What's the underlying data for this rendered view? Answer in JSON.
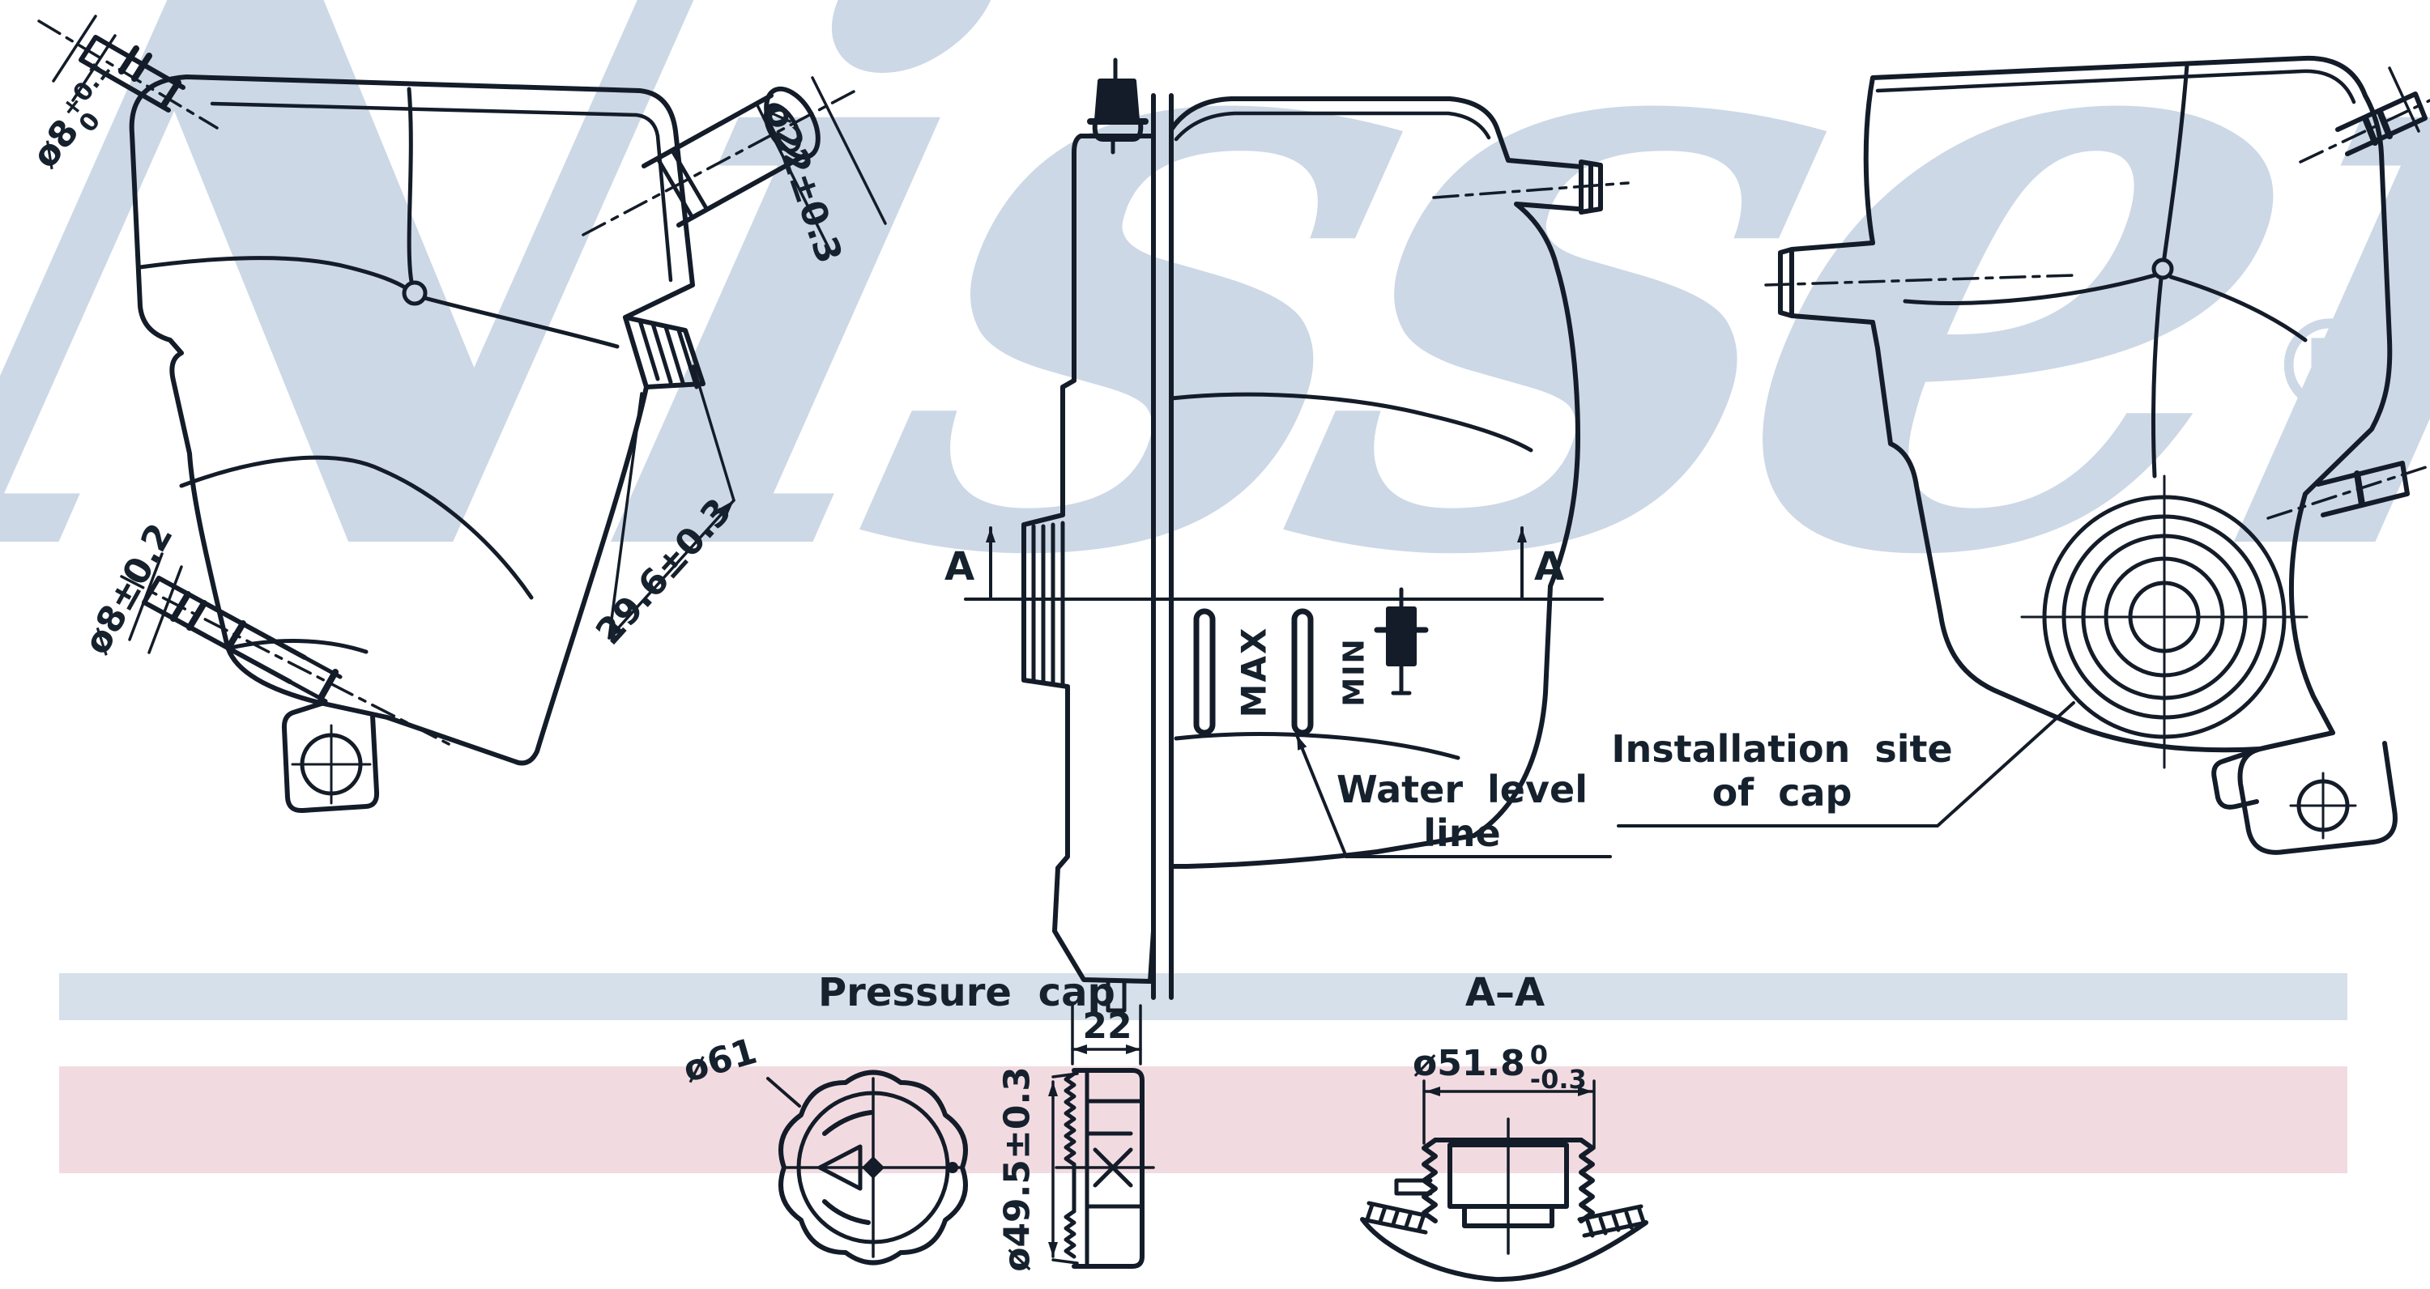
{
  "watermark": {
    "brand": "Nissens",
    "registered_mark": "®"
  },
  "front_view": {
    "dim_top_port_prefix": "ø8",
    "dim_top_port_tol_upper": "+0.1",
    "dim_top_port_tol_lower": "0",
    "dim_filler_neck": "ø22±0.3",
    "dim_thread_boss": "29.6±0.3",
    "dim_lower_hose": "ø8±0.2"
  },
  "side_view": {
    "section_label_left": "A",
    "section_label_right": "A",
    "max_label": "MAX",
    "min_label": "MIN",
    "water_level_note_line1": "Water level",
    "water_level_note_line2": "line"
  },
  "rear_view": {
    "installation_note_line1": "Installation site",
    "installation_note_line2": "of cap"
  },
  "bottom_panel": {
    "pressure_cap_heading": "Pressure cap",
    "section_heading": "A–A",
    "cap_front_dim": "ø61",
    "cap_side_dim_width": "22",
    "cap_side_dim_diameter": "ø49.5±0.3",
    "section_dim_prefix": "ø51.8",
    "section_dim_tol_upper": "0",
    "section_dim_tol_lower": "-0.3"
  },
  "colors": {
    "line": "#131c28",
    "watermark": "#ccd8e6",
    "band_blue": "#d5e0ea",
    "band_pink": "#f2dbe0"
  }
}
